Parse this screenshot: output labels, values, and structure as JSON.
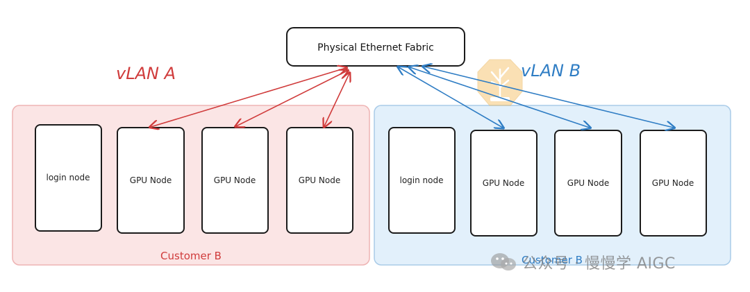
{
  "fabric": {
    "label": "Physical Ethernet Fabric"
  },
  "vlan_a": {
    "title": "vLAN A",
    "color": "#d03b3b",
    "fill": "#fbe5e5",
    "customer_label": "Customer B",
    "nodes": [
      {
        "label": "login node"
      },
      {
        "label": "GPU Node"
      },
      {
        "label": "GPU Node"
      },
      {
        "label": "GPU Node"
      }
    ]
  },
  "vlan_b": {
    "title": "vLAN B",
    "color": "#2f7dc4",
    "fill": "#e2f0fb",
    "customer_label": "Customer B",
    "nodes": [
      {
        "label": "login node"
      },
      {
        "label": "GPU Node"
      },
      {
        "label": "GPU Node"
      },
      {
        "label": "GPU Node"
      }
    ]
  },
  "watermark": {
    "text": "公众号 · 慢慢学 AIGC",
    "icon": "wechat-icon"
  }
}
